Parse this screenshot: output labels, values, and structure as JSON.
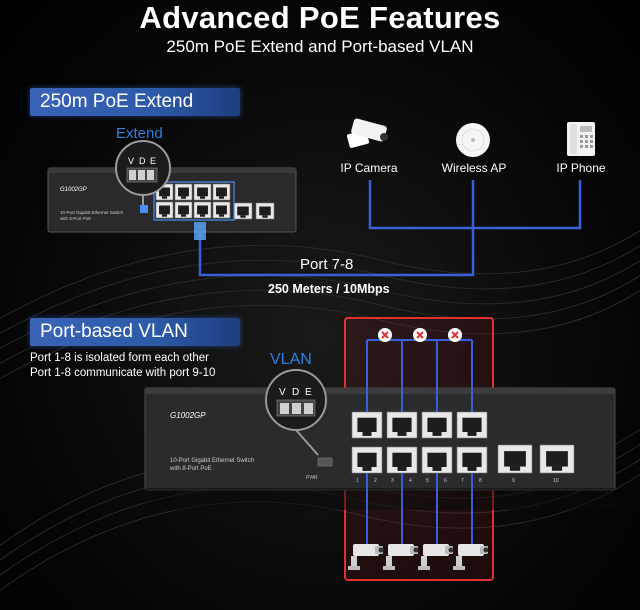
{
  "title": "Advanced PoE Features",
  "subtitle": "250m PoE Extend and Port-based VLAN",
  "extend_section": {
    "badge": "250m PoE Extend",
    "switch_label": "Extend",
    "switch_model": "G1002GP",
    "switch_desc_line1": "10-Port Gigabit Ethernet Switch",
    "switch_desc_line2": "with 8-Port PoE",
    "dip_letters": [
      "V",
      "D",
      "E"
    ],
    "devices": [
      {
        "label": "IP Camera",
        "icon": "camera-icon"
      },
      {
        "label": "Wireless AP",
        "icon": "wireless-ap-icon"
      },
      {
        "label": "IP Phone",
        "icon": "phone-icon"
      }
    ],
    "port_text": "Port 7-8",
    "distance_text": "250 Meters / 10Mbps"
  },
  "vlan_section": {
    "badge": "Port-based VLAN",
    "note_line1": "Port 1-8 is isolated form each other",
    "note_line2": "Port 1-8 communicate with port 9-10",
    "switch_label": "VLAN",
    "switch_model": "G1002GP",
    "switch_desc_line1": "10-Port Gigabit Ethernet Switch",
    "switch_desc_line2": "with 8-Port PoE",
    "pwr_label": "PWR",
    "dip_letters": [
      "V",
      "D",
      "E"
    ],
    "port_numbers": [
      "1",
      "2",
      "3",
      "4",
      "5",
      "6",
      "7",
      "8"
    ],
    "uplink_numbers": [
      "9",
      "10"
    ],
    "camera_count": 4
  },
  "colors": {
    "accent_blue": "#2e7fe0",
    "line_blue": "#3a5fd8",
    "highlight_red": "#e23030",
    "badge_blue": "#2c5aa8"
  }
}
